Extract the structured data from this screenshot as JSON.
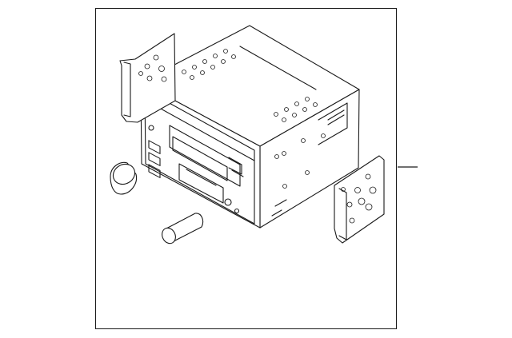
{
  "diagram": {
    "parts": [
      {
        "name": "radio-receiver-unit"
      },
      {
        "name": "left-mounting-bracket"
      },
      {
        "name": "right-mounting-bracket"
      },
      {
        "name": "control-knob"
      },
      {
        "name": "volume-knob"
      }
    ],
    "callouts": [
      {
        "label": ""
      }
    ]
  }
}
